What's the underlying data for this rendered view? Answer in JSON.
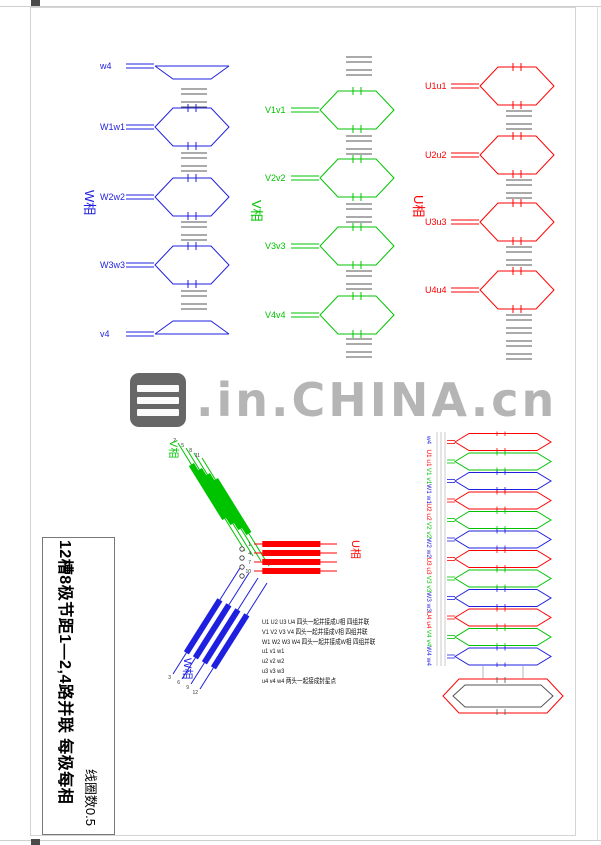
{
  "colors": {
    "u": "#ff0000",
    "v": "#00c300",
    "w": "#1f1fe0",
    "ink": "#222222",
    "slots": "#555555",
    "watermark": "#a9a9a9",
    "logo_bg": "#4d4d4d",
    "frame": "#d4d4d4"
  },
  "top_section": {
    "columns": [
      {
        "phase_label": "W相",
        "color": "w",
        "coil_labels": [
          "w4",
          "W1w1",
          "W2w2",
          "W3w3",
          "v4"
        ]
      },
      {
        "phase_label": "V相",
        "color": "v",
        "coil_labels": [
          "V1v1",
          "V2v2",
          "V3v3",
          "V4v4"
        ]
      },
      {
        "phase_label": "U相",
        "color": "u",
        "coil_labels": [
          "U1u1",
          "U2u2",
          "U3u3",
          "U4u4"
        ]
      }
    ]
  },
  "watermark": {
    "logo": "made-in-china-logo",
    "text": ".in.CHINA.cn"
  },
  "title_block": {
    "line1": "12槽8极节距1—2,4路并联 每极每相",
    "line2": "线圈数0.5"
  },
  "star_diagram": {
    "branches": [
      {
        "phase_label": "V相",
        "color": "v",
        "terminal_numbers": [
          "2",
          "5",
          "8",
          "11"
        ]
      },
      {
        "phase_label": "U相",
        "color": "u",
        "terminal_numbers": [
          "1",
          "4",
          "7",
          "10"
        ]
      },
      {
        "phase_label": "W相",
        "color": "w",
        "terminal_numbers": [
          "3",
          "6",
          "9",
          "12"
        ]
      }
    ],
    "notes": [
      "U1 U2 U3 U4 四头一起并接成U相 四组并联",
      "V1 V2 V3 V4 四头一起并接成V相 四组并联",
      "W1 W2 W3 W4 四头一起并接成W相 四组并联",
      "u1 v1 w1",
      "u2 v2 w2",
      "u3 v3 w3",
      "u4 v4 w4 两头一起接成封星点"
    ]
  },
  "slot_diagram": {
    "labels": [
      {
        "text": "w4",
        "color": "w"
      },
      {
        "text": "U1 u1",
        "color": "u"
      },
      {
        "text": "V1 v1",
        "color": "v"
      },
      {
        "text": "W1 w1",
        "color": "w"
      },
      {
        "text": "U2 u2",
        "color": "u"
      },
      {
        "text": "V2 v2",
        "color": "v"
      },
      {
        "text": "W2 w2",
        "color": "w"
      },
      {
        "text": "U3 u3",
        "color": "u"
      },
      {
        "text": "V3 v3",
        "color": "v"
      },
      {
        "text": "W3 w3",
        "color": "w"
      },
      {
        "text": "U4 u4",
        "color": "u"
      },
      {
        "text": "V4 v4",
        "color": "v"
      },
      {
        "text": "W4 w4",
        "color": "w"
      }
    ],
    "coil_colors": [
      "u",
      "v",
      "w",
      "u",
      "v",
      "w",
      "u",
      "v",
      "w",
      "u",
      "v",
      "w"
    ]
  }
}
